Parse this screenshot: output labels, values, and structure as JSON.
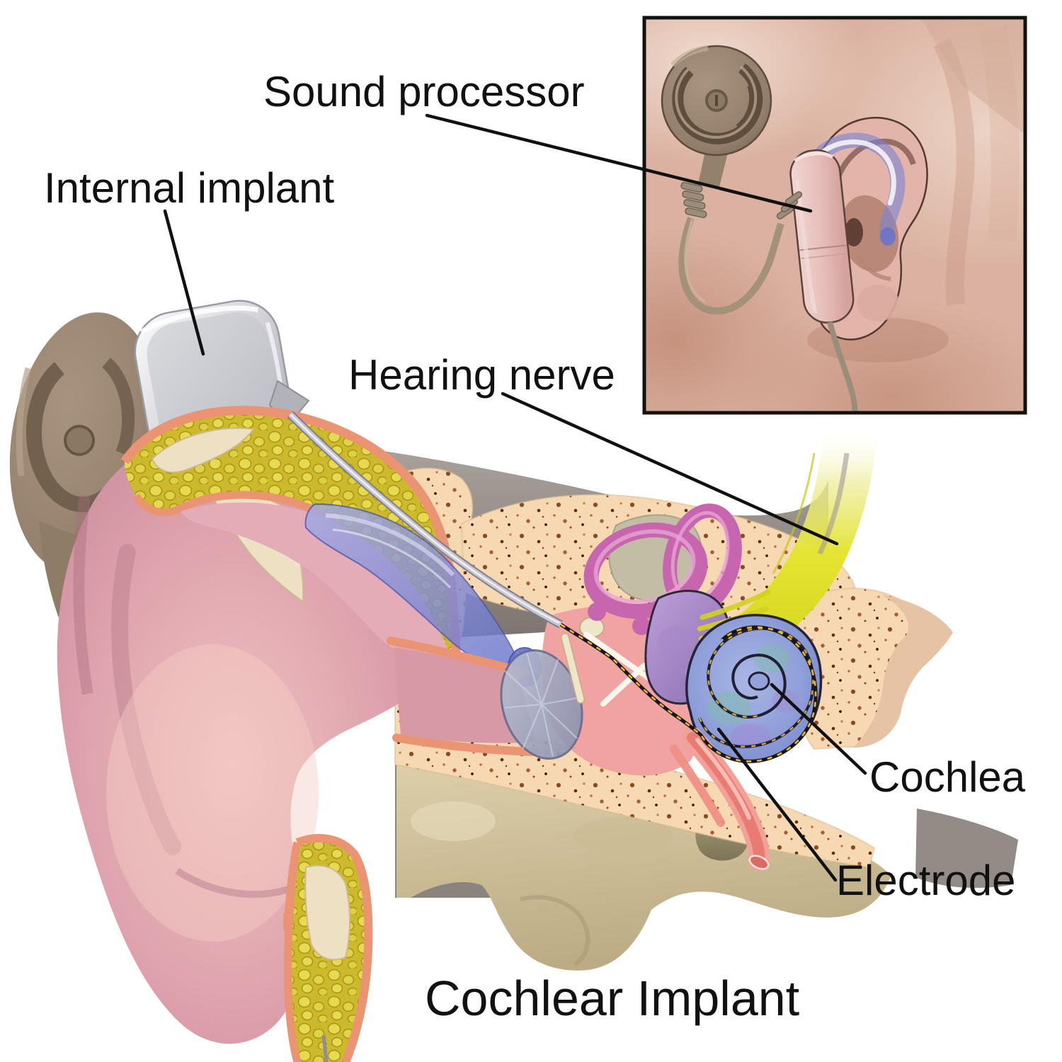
{
  "title": "Cochlear Implant",
  "labels": {
    "sound_processor": "Sound processor",
    "internal_implant": "Internal implant",
    "hearing_nerve": "Hearing nerve",
    "cochlea": "Cochlea",
    "electrode": "Electrode"
  },
  "colors": {
    "label_text": "#111111",
    "leader_line": "#111111",
    "inset_border": "#111111",
    "skin_pink": "#dfa4ad",
    "cut_rim_orange": "#ea9473",
    "fat_yellow": "#d3bf2e",
    "cartilage_cream": "#eee0c2",
    "muscle_red": "#b5512c",
    "bone_cream": "#f6d9b2",
    "mastoid_tan": "#d5c7a0",
    "skull_gray": "#8d857f",
    "earmold_blue": "#7d86d4",
    "canal_magenta": "#c765ae",
    "vestibule_purple": "#9a7cc0",
    "cochlea_blue": "#8e9ed8",
    "nerve_yellow": "#dede2e",
    "eustachian_salmon": "#ee8585",
    "implant_silver": "#c9cacf",
    "coil_brown": "#95816d",
    "electrode_gold": "#ecba32"
  }
}
